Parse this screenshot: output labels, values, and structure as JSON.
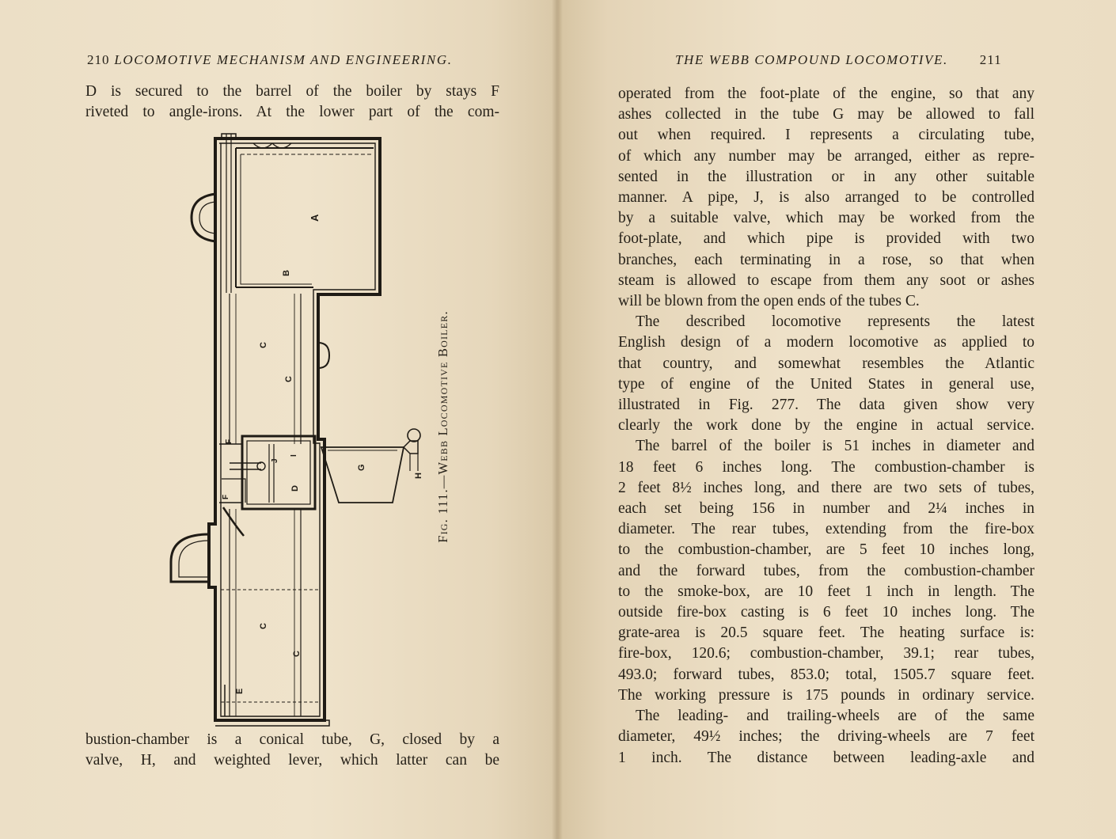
{
  "left_page": {
    "page_number": "210",
    "running_title": "LOCOMOTIVE MECHANISM AND ENGINEERING.",
    "top_lines": [
      "D is secured to the barrel of the boiler by stays F",
      "riveted to angle-irons.  At the lower part of the com-"
    ],
    "bottom_lines": [
      "bustion-chamber is a conical tube, G, closed by a",
      "valve, H, and weighted lever, which latter can be"
    ],
    "figure": {
      "caption": "Fig. 111.—Webb Locomotive Boiler.",
      "labels": {
        "a": "A",
        "b": "B",
        "c1": "C",
        "c2": "C",
        "c3": "C",
        "c4": "C",
        "d": "D",
        "e": "E",
        "f1": "F",
        "f2": "F",
        "g": "G",
        "h": "H",
        "i": "I",
        "j": "J"
      }
    }
  },
  "right_page": {
    "page_number": "211",
    "running_title": "THE WEBB COMPOUND LOCOMOTIVE.",
    "lines": [
      {
        "text": "operated from the foot-plate of the engine, so that any"
      },
      {
        "text": "ashes collected in the tube G may be allowed to fall"
      },
      {
        "text": "out when required.  I represents a circulating tube,"
      },
      {
        "text": "of which any number may be arranged, either as repre-"
      },
      {
        "text": "sented in the illustration or in any other suitable"
      },
      {
        "text": "manner.  A pipe, J, is also arranged to be controlled"
      },
      {
        "text": "by a suitable valve, which may be worked from the"
      },
      {
        "text": "foot-plate, and which pipe is provided with two"
      },
      {
        "text": "branches, each terminating in a rose, so that when"
      },
      {
        "text": "steam is allowed to escape from them any soot or ashes"
      },
      {
        "text": "will be blown from the open ends of the tubes C."
      },
      {
        "text": "The described locomotive represents the latest"
      },
      {
        "text": "English design of a modern locomotive as applied to"
      },
      {
        "text": "that country, and somewhat resembles the Atlantic"
      },
      {
        "text": "type of engine of the United States in general use,"
      },
      {
        "text": "illustrated in Fig. 277.  The data given show very"
      },
      {
        "text": "clearly the work done by the engine in actual service."
      },
      {
        "text": "The barrel of the boiler is 51 inches in diameter and"
      },
      {
        "text": "18 feet 6 inches long.  The combustion-chamber is"
      },
      {
        "text": "2 feet 8½ inches long, and there are two sets of tubes,"
      },
      {
        "text": "each set being 156 in number and 2¼ inches in"
      },
      {
        "text": "diameter.  The rear tubes, extending from the fire-box"
      },
      {
        "text": "to the combustion-chamber, are 5 feet 10 inches long,"
      },
      {
        "text": "and the forward tubes, from the combustion-chamber"
      },
      {
        "text": "to the smoke-box, are 10 feet 1 inch in length.  The"
      },
      {
        "text": "outside fire-box casting is 6 feet 10 inches long.  The"
      },
      {
        "text": "grate-area is 20.5 square feet.  The heating surface is:"
      },
      {
        "text": "fire-box, 120.6; combustion-chamber, 39.1; rear tubes,"
      },
      {
        "text": "493.0; forward tubes, 853.0; total, 1505.7 square feet."
      },
      {
        "text": "The working pressure is 175 pounds in ordinary service."
      },
      {
        "text": "The leading- and trailing-wheels are of the same"
      },
      {
        "text": "diameter, 49½ inches; the driving-wheels are 7 feet"
      },
      {
        "text": "1 inch.  The distance between leading-axle and"
      }
    ]
  }
}
